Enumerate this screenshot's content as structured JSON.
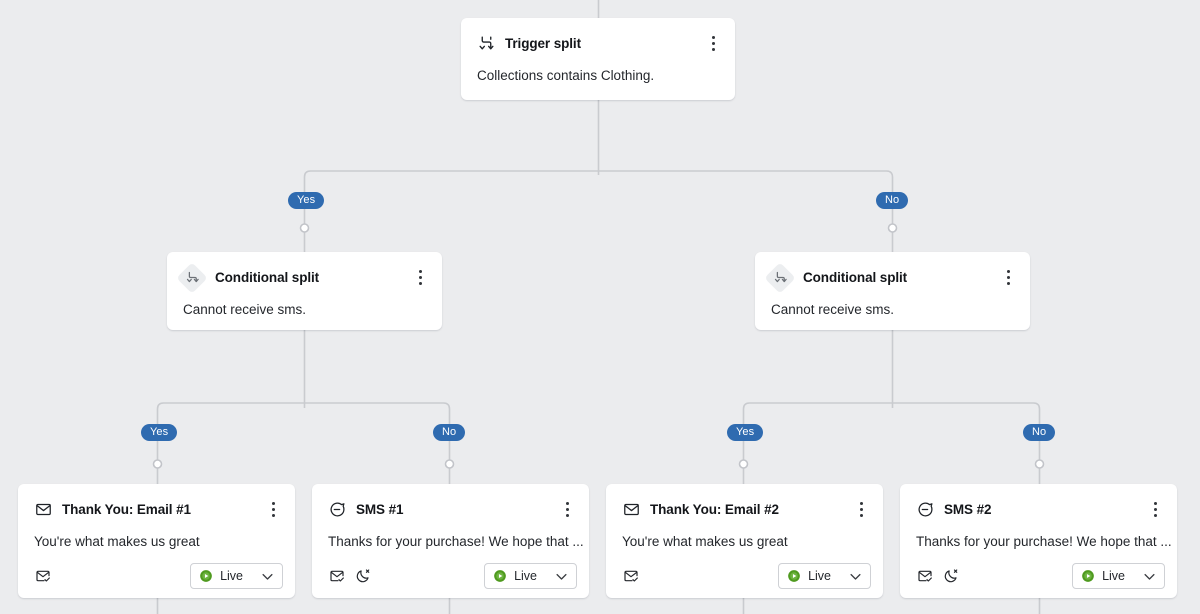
{
  "canvas": {
    "background_color": "#ebecee",
    "connector_color": "#c9cbcf",
    "badge_color": "#2f6bb0",
    "live_accent_color": "#4f9a1f"
  },
  "nodes": {
    "trigger_split": {
      "icon": "split-icon",
      "title": "Trigger split",
      "body": "Collections contains Clothing.",
      "menu": "kebab-menu-icon"
    },
    "conditional_split_left": {
      "icon": "split-icon",
      "title": "Conditional split",
      "body": "Cannot receive sms.",
      "menu": "kebab-menu-icon"
    },
    "conditional_split_right": {
      "icon": "split-icon",
      "title": "Conditional split",
      "body": "Cannot receive sms.",
      "menu": "kebab-menu-icon"
    },
    "email_1": {
      "icon": "envelope-icon",
      "title": "Thank You: Email #1",
      "body": "You're what makes us great",
      "menu": "kebab-menu-icon",
      "foot_icons": [
        "envelope-check-icon"
      ],
      "status": {
        "label": "Live",
        "dot": "play-circle-icon",
        "chevron": "chevron-down-icon"
      }
    },
    "sms_1": {
      "icon": "sms-bubble-icon",
      "title": "SMS #1",
      "body": "Thanks for your purchase! We hope that ...",
      "menu": "kebab-menu-icon",
      "foot_icons": [
        "envelope-check-icon",
        "quiet-hours-moon-icon"
      ],
      "status": {
        "label": "Live",
        "dot": "play-circle-icon",
        "chevron": "chevron-down-icon"
      }
    },
    "email_2": {
      "icon": "envelope-icon",
      "title": "Thank You: Email #2",
      "body": "You're what makes us great",
      "menu": "kebab-menu-icon",
      "foot_icons": [
        "envelope-check-icon"
      ],
      "status": {
        "label": "Live",
        "dot": "play-circle-icon",
        "chevron": "chevron-down-icon"
      }
    },
    "sms_2": {
      "icon": "sms-bubble-icon",
      "title": "SMS #2",
      "body": "Thanks for your purchase! We hope that ...",
      "menu": "kebab-menu-icon",
      "foot_icons": [
        "envelope-check-icon",
        "quiet-hours-moon-icon"
      ],
      "status": {
        "label": "Live",
        "dot": "play-circle-icon",
        "chevron": "chevron-down-icon"
      }
    }
  },
  "branches": {
    "trigger_yes": "Yes",
    "trigger_no": "No",
    "left_yes": "Yes",
    "left_no": "No",
    "right_yes": "Yes",
    "right_no": "No"
  }
}
